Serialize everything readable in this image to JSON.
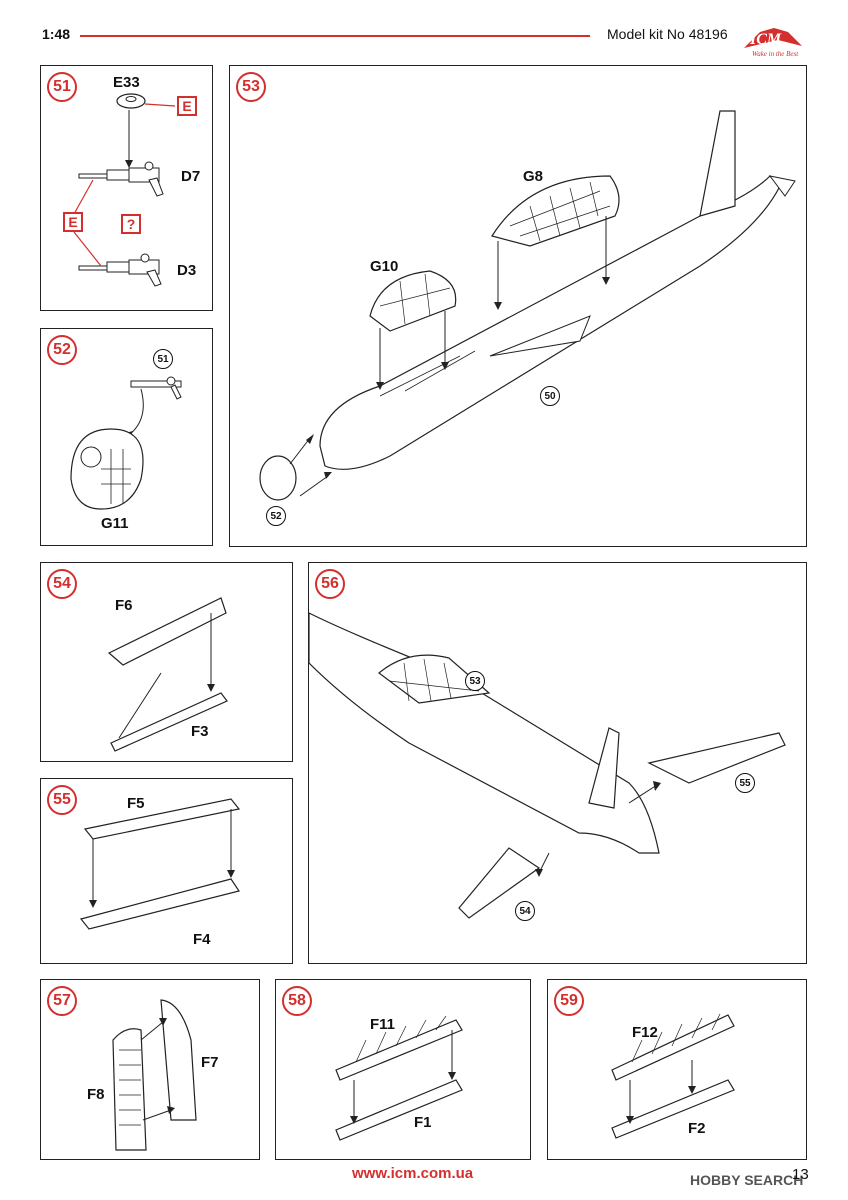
{
  "header": {
    "scale": "1:48",
    "kit": "Model kit No 48196",
    "brand": "ICM",
    "brand_tagline": "Wake in the Best"
  },
  "steps": {
    "s51": {
      "num": "51",
      "parts": [
        "E33",
        "D7",
        "D3"
      ],
      "box_e1": "E",
      "box_e2": "E",
      "box_q": "?"
    },
    "s52": {
      "num": "52",
      "ref": "51",
      "part": "G11"
    },
    "s53": {
      "num": "53",
      "parts": [
        "G8",
        "G10"
      ],
      "ref_a": "50",
      "ref_b": "52"
    },
    "s54": {
      "num": "54",
      "parts": [
        "F6",
        "F3"
      ]
    },
    "s55": {
      "num": "55",
      "parts": [
        "F5",
        "F4"
      ]
    },
    "s56": {
      "num": "56",
      "ref_a": "53",
      "ref_b": "55",
      "ref_c": "54"
    },
    "s57": {
      "num": "57",
      "parts": [
        "F8",
        "F7"
      ]
    },
    "s58": {
      "num": "58",
      "parts": [
        "F11",
        "F1"
      ]
    },
    "s59": {
      "num": "59",
      "parts": [
        "F12",
        "F2"
      ]
    }
  },
  "footer": {
    "url": "www.icm.com.ua",
    "page": "13",
    "watermark": "HOBBY SEARCH"
  }
}
